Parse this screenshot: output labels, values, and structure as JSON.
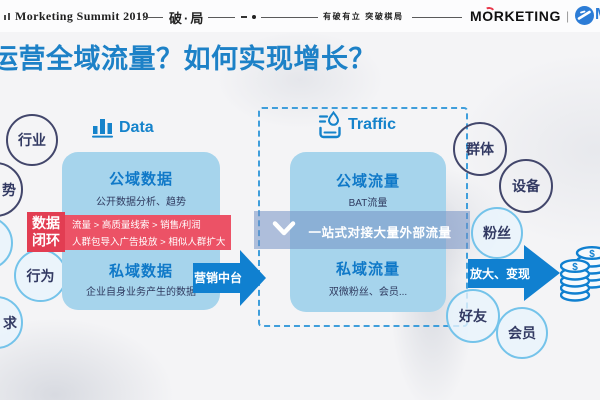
{
  "topbar": {
    "event_title": "Morketing Summit 2019",
    "theme": "破·局",
    "slogan": "有破有立 突破棋局",
    "brand": "MORKETING",
    "separator": "|",
    "brand_suffix": "M"
  },
  "page_title": "运营全域流量？如何实现增长？",
  "left_circles": [
    {
      "label": "行业"
    },
    {
      "label": "势"
    },
    {
      "label": ""
    },
    {
      "label": "行为"
    },
    {
      "label": "求"
    }
  ],
  "data_loop": {
    "line1": "数据",
    "line2": "闭环"
  },
  "data_section": {
    "header": "Data",
    "public_title": "公域数据",
    "public_desc": "公开数据分析、趋势",
    "loop_line1": "流量 > 高质量线索 > 销售/利润",
    "loop_line2": "人群包导入广告投放 > 相似人群扩大",
    "private_title": "私域数据",
    "private_desc": "企业自身业务产生的数据"
  },
  "mid_arrow": {
    "label": "营销中台"
  },
  "traffic_section": {
    "header": "Traffic",
    "public_title": "公域流量",
    "public_desc": "BAT流量",
    "banner": "一站式对接大量外部流量",
    "private_title": "私域流量",
    "private_desc": "双微粉丝、会员..."
  },
  "right_circles": [
    {
      "label": "群体"
    },
    {
      "label": "设备"
    },
    {
      "label": "粉丝"
    },
    {
      "label": "好友"
    },
    {
      "label": "会员"
    }
  ],
  "amplify_arrow": {
    "label": "放大、变现"
  },
  "icons": {
    "data_header": "bar-chart-icon",
    "traffic_header": "water-drop-tray-icon",
    "banner_chevron": "chevron-down-icon",
    "money": "coin-stacks-icon",
    "dollar": "$"
  },
  "colors": {
    "accent_blue": "#1583cb",
    "box_blue": "#a6d4ec",
    "banner_red": "#ec5266",
    "label_red": "#e23d52",
    "navy_text": "#333a63",
    "arrow_blue": "#1080d0",
    "brand_accent_red": "#e8374a"
  }
}
